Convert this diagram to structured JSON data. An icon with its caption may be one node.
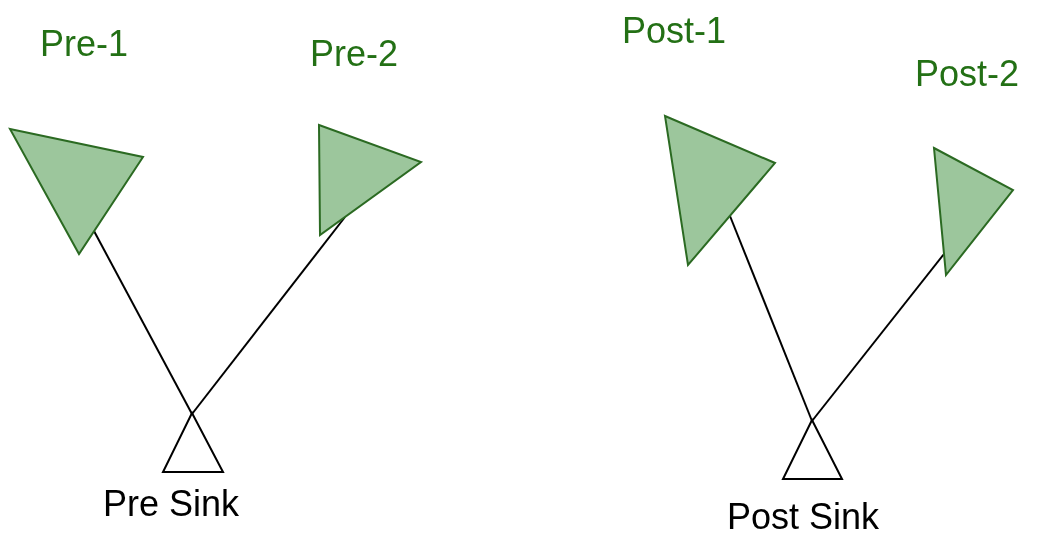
{
  "diagram": {
    "nodes": [
      {
        "text": [
          "Pre-1"
        ]
      },
      {
        "text": [
          "Pre-2"
        ]
      },
      {
        "text": [
          "Pre Sink"
        ]
      },
      {
        "text": [
          "Post-1"
        ]
      },
      {
        "text": [
          "Post-2"
        ]
      },
      {
        "text": [
          "Post Sink"
        ]
      }
    ],
    "edges": [
      {
        "from": 0,
        "to": 2,
        "arrow": "none"
      },
      {
        "from": 1,
        "to": 2,
        "arrow": "none"
      },
      {
        "from": 3,
        "to": 5,
        "arrow": "none"
      },
      {
        "from": 4,
        "to": 5,
        "arrow": "none"
      }
    ]
  }
}
